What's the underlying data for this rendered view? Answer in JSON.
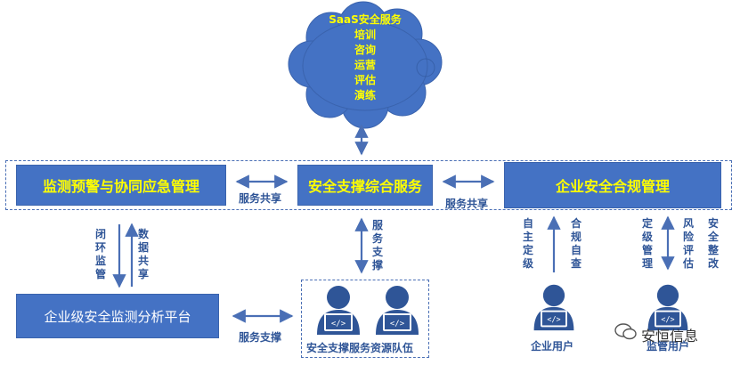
{
  "cloud": {
    "title": "SaaS安全服务",
    "items": [
      "培训",
      "咨询",
      "运营",
      "评估",
      "演练"
    ]
  },
  "boxes": {
    "left": "监测预警与协同应急管理",
    "center": "安全支撑综合服务",
    "right": "企业安全合规管理",
    "bottom_left": "企业级安全监测分析平台"
  },
  "connectors": {
    "left_share": "服务共享",
    "right_share": "服务共享",
    "service_support_v": "服务支撑",
    "service_support_h": "服务支撑",
    "closed_loop": "闭环监管",
    "data_share": "数据共享",
    "self_define": "自主定级",
    "self_check": "合规自查",
    "define_manage": "定级管理",
    "risk_assess": "风险评估",
    "rectify": "安全整改"
  },
  "team": {
    "label": "安全支撑服务资源队伍"
  },
  "users": {
    "enterprise": "企业用户",
    "regulator": "监管用户"
  },
  "watermark": "安恒信息",
  "colors": {
    "box": "#4472c4",
    "text_blue": "#2f5597",
    "highlight": "#ffff00",
    "arrow": "#4a6fb5"
  }
}
